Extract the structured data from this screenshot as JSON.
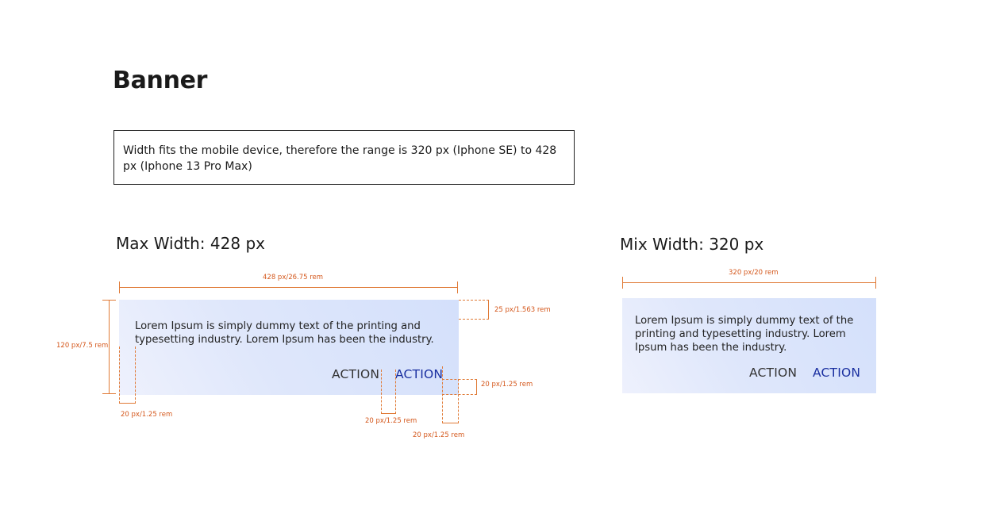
{
  "page": {
    "title": "Banner"
  },
  "note": {
    "text": "Width fits the mobile device, therefore the range is 320 px (Iphone SE) to 428 px (Iphone 13 Pro Max)"
  },
  "max_section": {
    "title": "Max Width: 428 px",
    "banner": {
      "text": "Lorem Ipsum is simply dummy text of the printing and typesetting industry. Lorem Ipsum has been the industry.",
      "action_secondary": "ACTION",
      "action_primary": "ACTION"
    },
    "dims": {
      "width": "428 px/26.75 rem",
      "height": "120 px/7.5 rem",
      "top_padding": "25 px/1.563 rem",
      "left_padding": "20 px/1.25 rem",
      "action_gap": "20 px/1.25 rem",
      "right_padding": "20 px/1.25 rem",
      "bottom_padding": "20 px/1.25 rem"
    }
  },
  "min_section": {
    "title": "Mix Width: 320 px",
    "banner": {
      "text": "Lorem Ipsum is simply dummy text of the printing and typesetting industry. Lorem Ipsum has been the industry.",
      "action_secondary": "ACTION",
      "action_primary": "ACTION"
    },
    "dims": {
      "width": "320 px/20 rem"
    }
  },
  "colors": {
    "annotation": "#e07a36",
    "primary_action": "#1a2fa0",
    "banner_gradient_start": "#eef1fd",
    "banner_gradient_end": "#d4e0fb"
  }
}
